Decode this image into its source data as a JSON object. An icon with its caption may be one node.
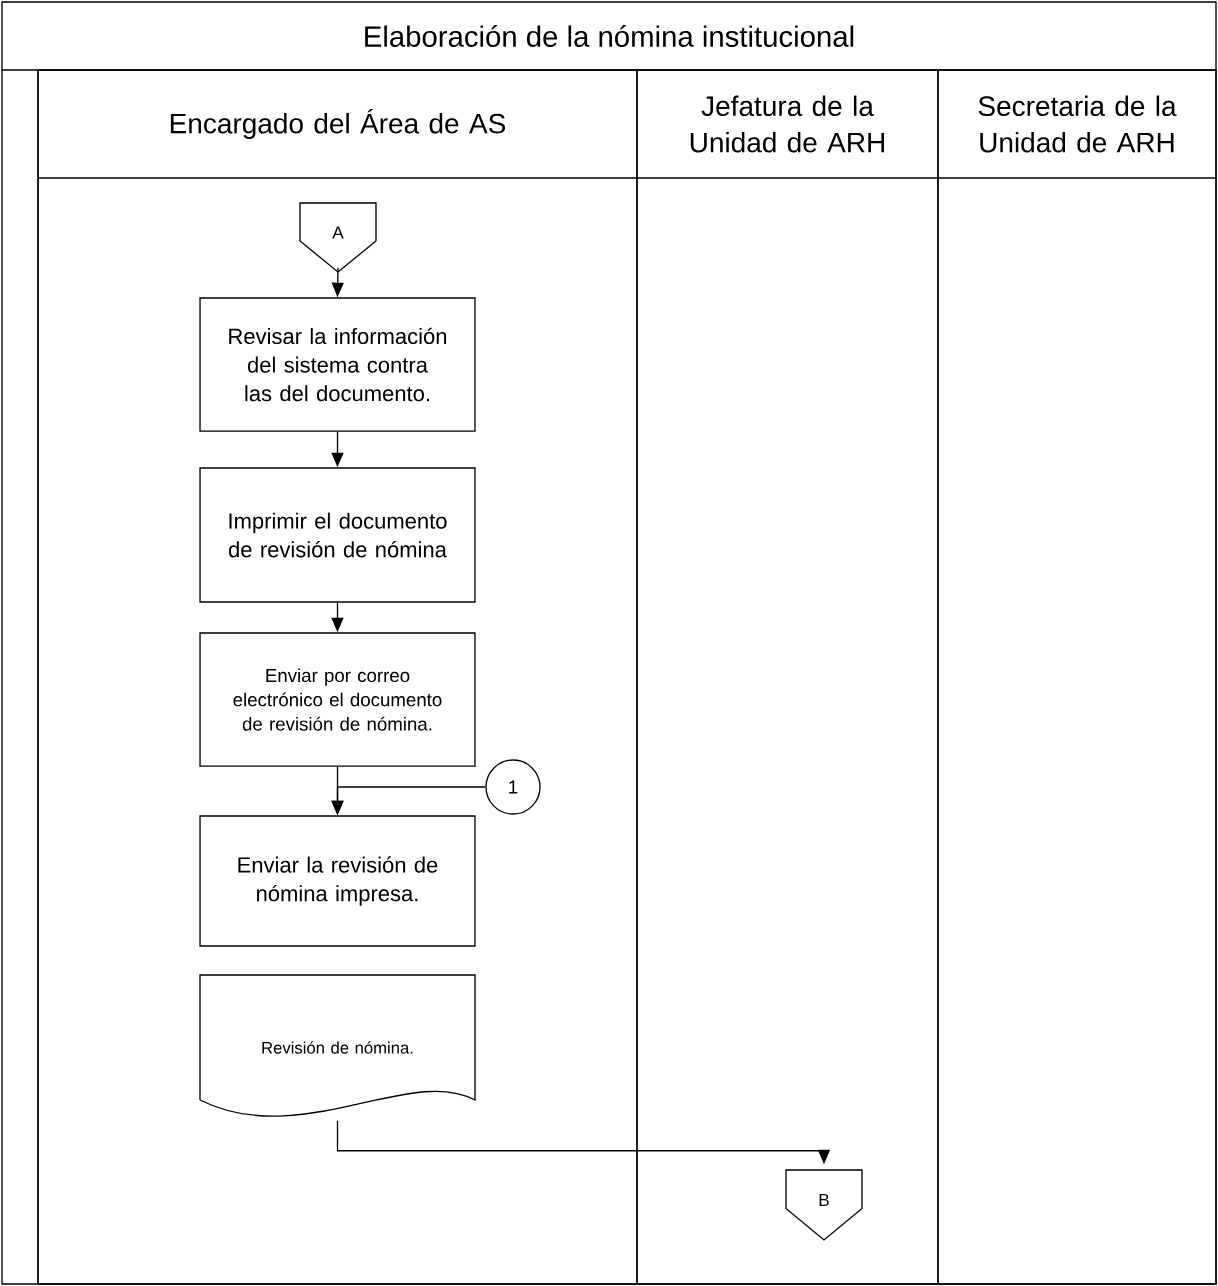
{
  "diagram": {
    "title": "Elaboración de la nómina institucional",
    "nodes": [
      {
        "text": [
          "Encargado del Área de AS"
        ]
      },
      {
        "text": [
          "Jefatura de la Unidad de ARH"
        ]
      },
      {
        "text": [
          "Secretaria de la Unidad de ARH"
        ]
      },
      {
        "text": [
          "A"
        ],
        "in": 0
      },
      {
        "text": [
          "Revisar la información del sistema contra las del documento."
        ],
        "in": 0
      },
      {
        "text": [
          "Imprimir el documento de revisión de nómina"
        ],
        "in": 0
      },
      {
        "text": [
          "Enviar por correo electrónico el documento de revisión de nómina."
        ],
        "in": 0
      },
      {
        "text": [
          "1"
        ],
        "in": 0
      },
      {
        "text": [
          "Enviar la revisión de nómina impresa."
        ],
        "in": 0
      },
      {
        "text": [
          "Revisión de nómina."
        ],
        "in": 0
      },
      {
        "text": [
          "B"
        ],
        "in": 1
      }
    ],
    "edges": [
      {
        "from": 3,
        "to": 4,
        "arrow": "to"
      },
      {
        "from": 4,
        "to": 5,
        "arrow": "to"
      },
      {
        "from": 5,
        "to": 6,
        "arrow": "to"
      },
      {
        "from": 6,
        "to": 8,
        "arrow": "to"
      },
      {
        "from": 7,
        "to": 8,
        "arrow": "to"
      },
      {
        "from": 9,
        "to": 10,
        "arrow": "to"
      }
    ]
  }
}
